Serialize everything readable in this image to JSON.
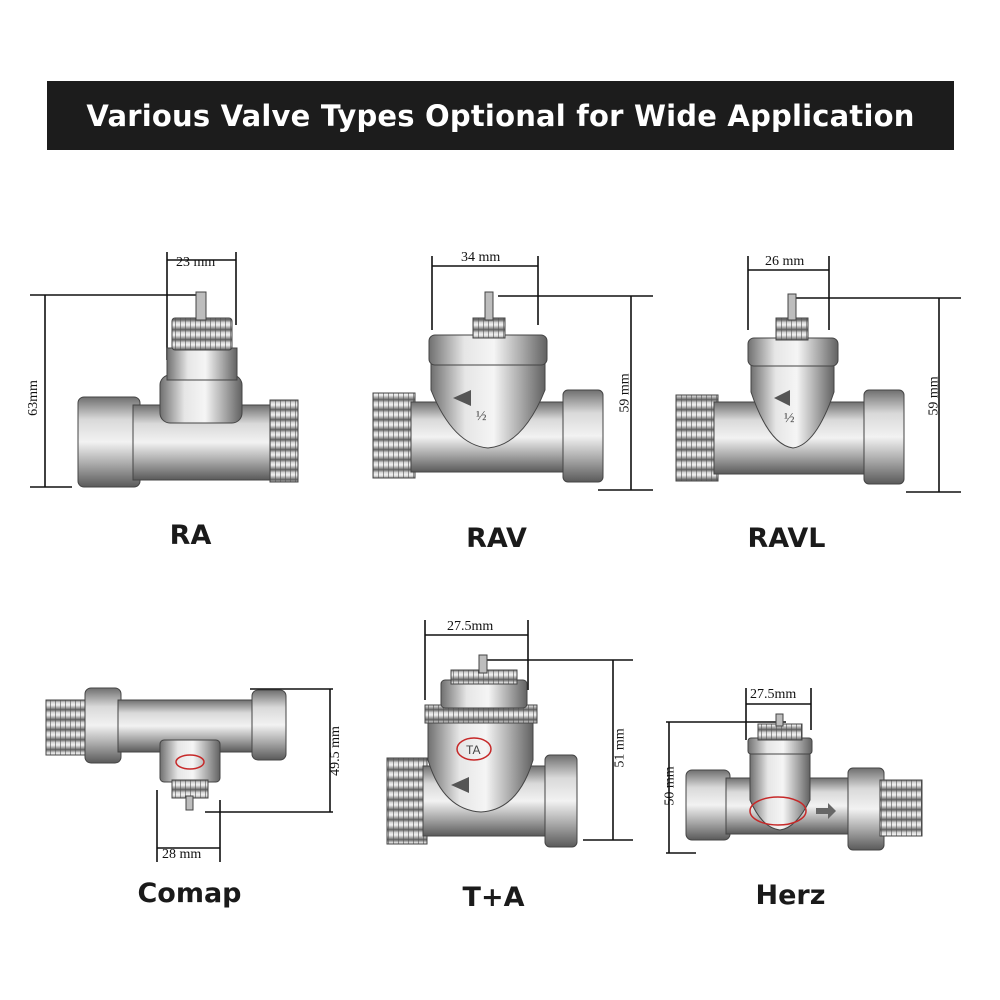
{
  "banner": {
    "title": "Various Valve Types Optional for Wide Application"
  },
  "valves": [
    {
      "name": "RA",
      "width": "23 mm",
      "height": "63mm"
    },
    {
      "name": "RAV",
      "width": "34 mm",
      "height": "59 mm"
    },
    {
      "name": "RAVL",
      "width": "26 mm",
      "height": "59 mm"
    },
    {
      "name": "Comap",
      "width": "28 mm",
      "height": "49.5 mm"
    },
    {
      "name": "T+A",
      "width": "27.5mm",
      "height": "51 mm"
    },
    {
      "name": "Herz",
      "width": "27.5mm",
      "height": "50 mm"
    }
  ],
  "markings": {
    "half_inch": "½",
    "ta_logo": "TA"
  }
}
